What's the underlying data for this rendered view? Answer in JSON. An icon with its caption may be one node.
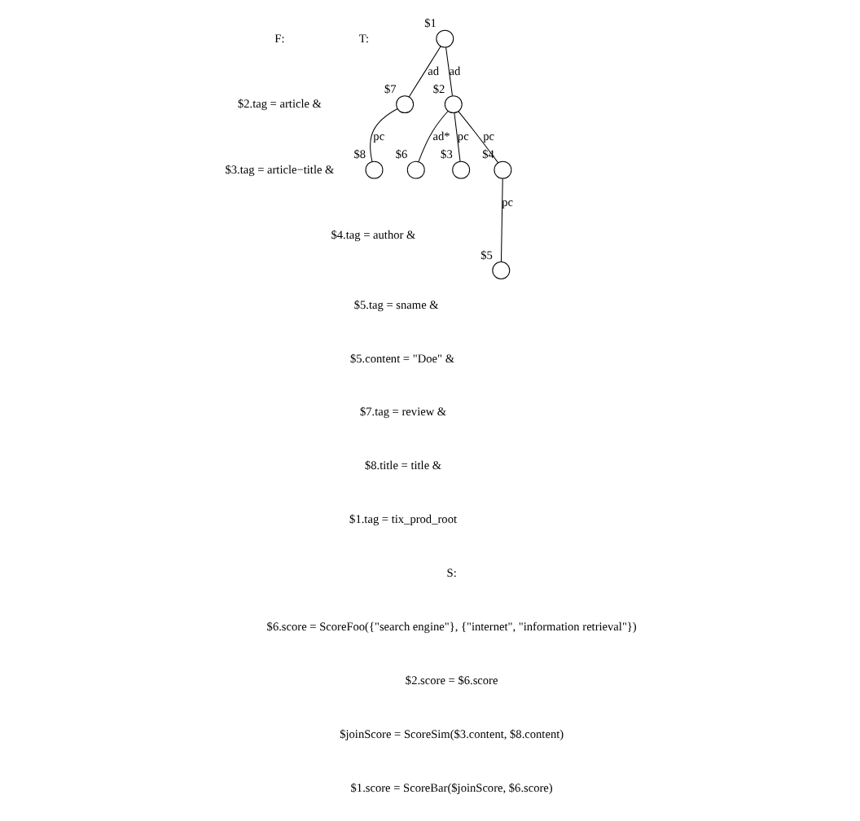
{
  "diagram": {
    "nodes": [
      {
        "text": [],
        "shape": "circle",
        "beside": [
          "$1"
        ]
      },
      {
        "text": [],
        "shape": "circle",
        "beside": [
          "$2"
        ]
      },
      {
        "text": [],
        "shape": "circle",
        "beside": [
          "$7"
        ]
      },
      {
        "text": [],
        "shape": "circle",
        "beside": [
          "$3"
        ]
      },
      {
        "text": [],
        "shape": "circle",
        "beside": [
          "$4"
        ]
      },
      {
        "text": [],
        "shape": "circle",
        "beside": [
          "$6"
        ]
      },
      {
        "text": [],
        "shape": "circle",
        "beside": [
          "$8"
        ]
      },
      {
        "text": [],
        "shape": "circle",
        "beside": [
          "$5"
        ]
      }
    ],
    "edges": [
      {
        "from": 0,
        "to": 1,
        "arrow": "none",
        "label": "ad"
      },
      {
        "from": 0,
        "to": 2,
        "arrow": "none",
        "label": "ad"
      },
      {
        "from": 1,
        "to": 3,
        "arrow": "none",
        "label": "pc"
      },
      {
        "from": 1,
        "to": 4,
        "arrow": "none",
        "label": "pc"
      },
      {
        "from": 1,
        "to": 5,
        "arrow": "none",
        "label": "ad*"
      },
      {
        "from": 2,
        "to": 6,
        "arrow": "none",
        "label": "pc"
      },
      {
        "from": 4,
        "to": 7,
        "arrow": "none",
        "label": "pc"
      }
    ],
    "labels": [
      "T:",
      "F:",
      "$2.tag = article &",
      "$3.tag = article−title &",
      "$4.tag = author &",
      "$5.tag = sname &",
      "$5.content = \"Doe\" &",
      "$7.tag = review &",
      "$8.title = title &",
      "$1.tag = tix_prod_root",
      "S:",
      "$6.score = ScoreFoo({\"search engine\"}, {\"internet\", \"information retrieval\"})",
      "$2.score = $6.score",
      "$joinScore = ScoreSim($3.content, $8.content)",
      "$1.score = ScoreBar($joinScore, $6.score)"
    ]
  }
}
